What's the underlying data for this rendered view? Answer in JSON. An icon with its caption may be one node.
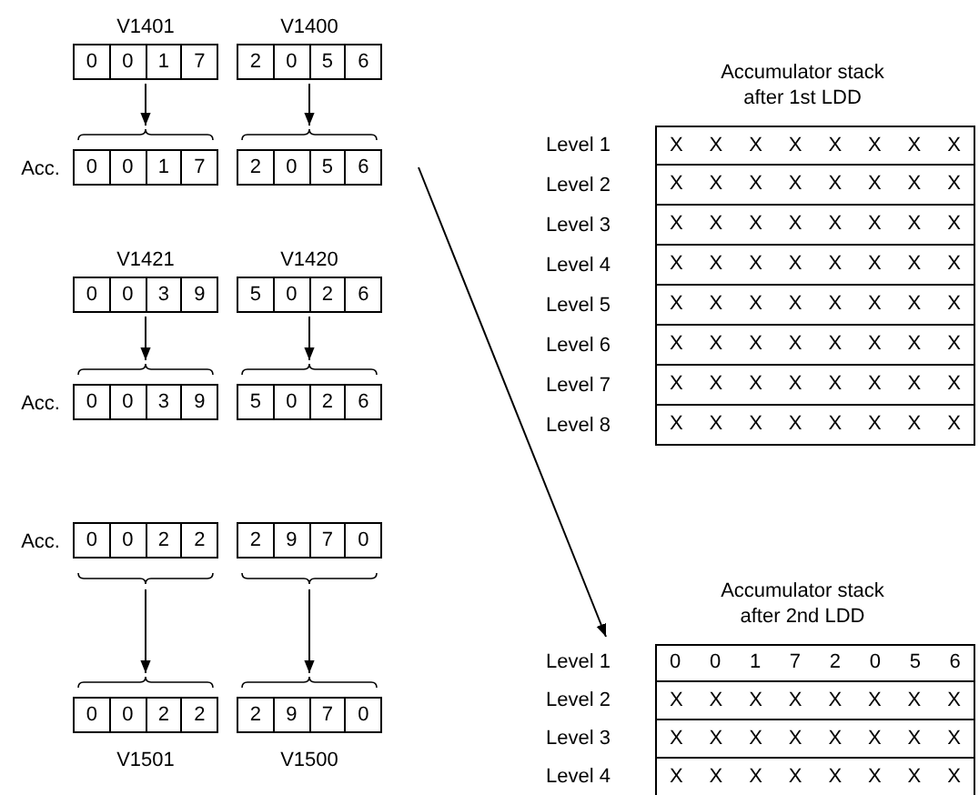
{
  "diagram": {
    "nodes": [
      {
        "text": [
          "0",
          "0",
          "1",
          "7"
        ],
        "beside": [
          "V1401"
        ]
      },
      {
        "text": [
          "2",
          "0",
          "5",
          "6"
        ],
        "beside": [
          "V1400"
        ]
      },
      {
        "text": [
          "0",
          "0",
          "1",
          "7"
        ],
        "beside": [
          "Acc."
        ]
      },
      {
        "text": [
          "2",
          "0",
          "5",
          "6"
        ]
      },
      {
        "text": [
          "0",
          "0",
          "3",
          "9"
        ],
        "beside": [
          "V1421"
        ]
      },
      {
        "text": [
          "5",
          "0",
          "2",
          "6"
        ],
        "beside": [
          "V1420"
        ]
      },
      {
        "text": [
          "0",
          "0",
          "3",
          "9"
        ],
        "beside": [
          "Acc."
        ]
      },
      {
        "text": [
          "5",
          "0",
          "2",
          "6"
        ]
      },
      {
        "text": [
          "0",
          "0",
          "2",
          "2"
        ],
        "beside": [
          "Acc."
        ]
      },
      {
        "text": [
          "2",
          "9",
          "7",
          "0"
        ]
      },
      {
        "text": [
          "0",
          "0",
          "2",
          "2"
        ],
        "beside": [
          "V1501"
        ]
      },
      {
        "text": [
          "2",
          "9",
          "7",
          "0"
        ],
        "beside": [
          "V1500"
        ]
      },
      {
        "text": [
          "Accumulator stack after 1st LDD"
        ]
      },
      {
        "text": [
          "X",
          "X",
          "X",
          "X",
          "X",
          "X",
          "X",
          "X"
        ],
        "beside": [
          "Level 1"
        ],
        "in": 12
      },
      {
        "text": [
          "X",
          "X",
          "X",
          "X",
          "X",
          "X",
          "X",
          "X"
        ],
        "beside": [
          "Level 2"
        ],
        "in": 12
      },
      {
        "text": [
          "X",
          "X",
          "X",
          "X",
          "X",
          "X",
          "X",
          "X"
        ],
        "beside": [
          "Level 3"
        ],
        "in": 12
      },
      {
        "text": [
          "X",
          "X",
          "X",
          "X",
          "X",
          "X",
          "X",
          "X"
        ],
        "beside": [
          "Level 4"
        ],
        "in": 12
      },
      {
        "text": [
          "X",
          "X",
          "X",
          "X",
          "X",
          "X",
          "X",
          "X"
        ],
        "beside": [
          "Level 5"
        ],
        "in": 12
      },
      {
        "text": [
          "X",
          "X",
          "X",
          "X",
          "X",
          "X",
          "X",
          "X"
        ],
        "beside": [
          "Level 6"
        ],
        "in": 12
      },
      {
        "text": [
          "X",
          "X",
          "X",
          "X",
          "X",
          "X",
          "X",
          "X"
        ],
        "beside": [
          "Level 7"
        ],
        "in": 12
      },
      {
        "text": [
          "X",
          "X",
          "X",
          "X",
          "X",
          "X",
          "X",
          "X"
        ],
        "beside": [
          "Level 8"
        ],
        "in": 12
      },
      {
        "text": [
          "Accumulator stack after 2nd LDD"
        ]
      },
      {
        "text": [
          "0",
          "0",
          "1",
          "7",
          "2",
          "0",
          "5",
          "6"
        ],
        "beside": [
          "Level 1"
        ],
        "in": 21
      },
      {
        "text": [
          "X",
          "X",
          "X",
          "X",
          "X",
          "X",
          "X",
          "X"
        ],
        "beside": [
          "Level 2"
        ],
        "in": 21
      },
      {
        "text": [
          "X",
          "X",
          "X",
          "X",
          "X",
          "X",
          "X",
          "X"
        ],
        "beside": [
          "Level 3"
        ],
        "in": 21
      },
      {
        "text": [
          "X",
          "X",
          "X",
          "X",
          "X",
          "X",
          "X",
          "X"
        ],
        "beside": [
          "Level 4"
        ],
        "in": 21
      }
    ],
    "edges": [
      {
        "from": 0,
        "to": 2,
        "arrow": "to"
      },
      {
        "from": 1,
        "to": 3,
        "arrow": "to"
      },
      {
        "from": 4,
        "to": 6,
        "arrow": "to"
      },
      {
        "from": 5,
        "to": 7,
        "arrow": "to"
      },
      {
        "from": 8,
        "to": 10,
        "arrow": "to"
      },
      {
        "from": 9,
        "to": 11,
        "arrow": "to"
      },
      {
        "from": 3,
        "to": 22,
        "arrow": "to"
      }
    ]
  }
}
